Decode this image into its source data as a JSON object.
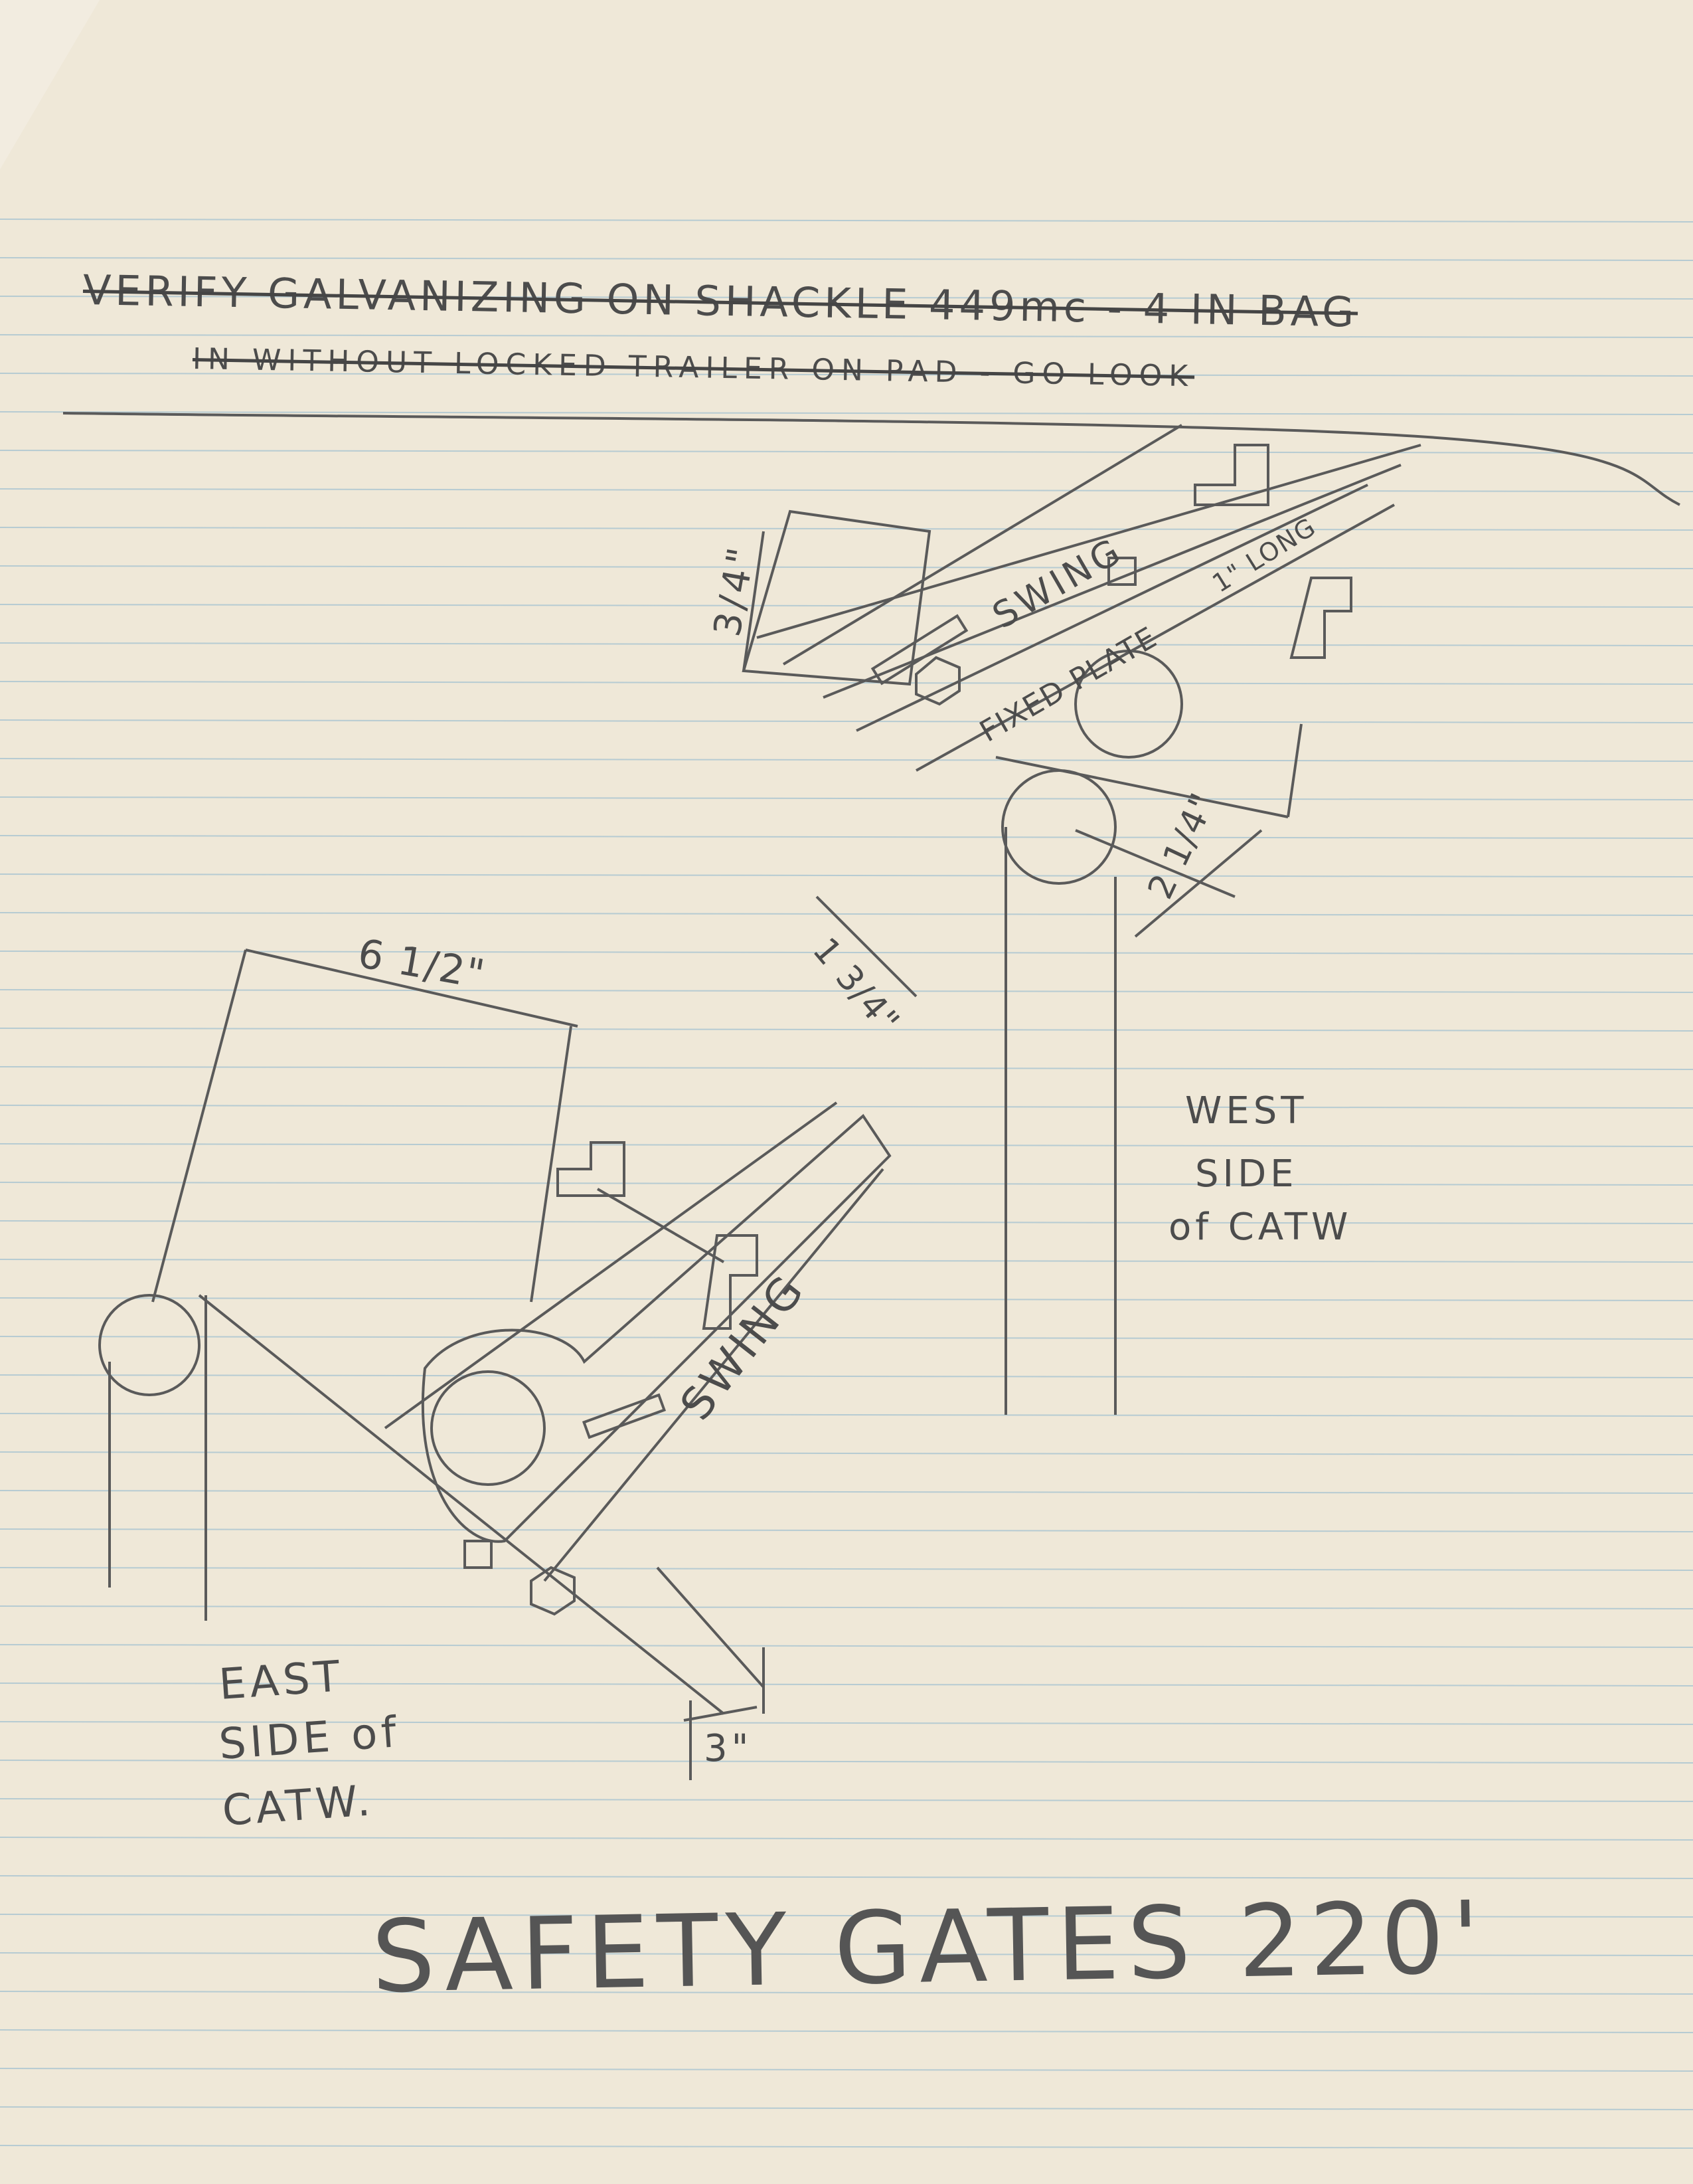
{
  "notes": {
    "line1": "VERIFY GALVANIZING ON SHACKLE 449mc - 4 IN BAG",
    "line2": "IN WITHOUT LOCKED TRAILER ON PAD - GO LOOK"
  },
  "west_detail": {
    "label_swing": "SWING",
    "label_fixed_plate": "FIXED PLATE",
    "label_long": "1\" LONG",
    "dim_width": "3/4\"",
    "dim_mid": "1 3/4\"",
    "dim_right": "2 1/4\"",
    "caption": [
      "WEST",
      "SIDE",
      "of CATW"
    ]
  },
  "east_detail": {
    "dim_top": "6 1/2\"",
    "label_swing": "SWING",
    "dim_bottom": "3\"",
    "caption": [
      "EAST",
      "SIDE of",
      "CATW."
    ]
  },
  "title": "SAFETY GATES 220'"
}
